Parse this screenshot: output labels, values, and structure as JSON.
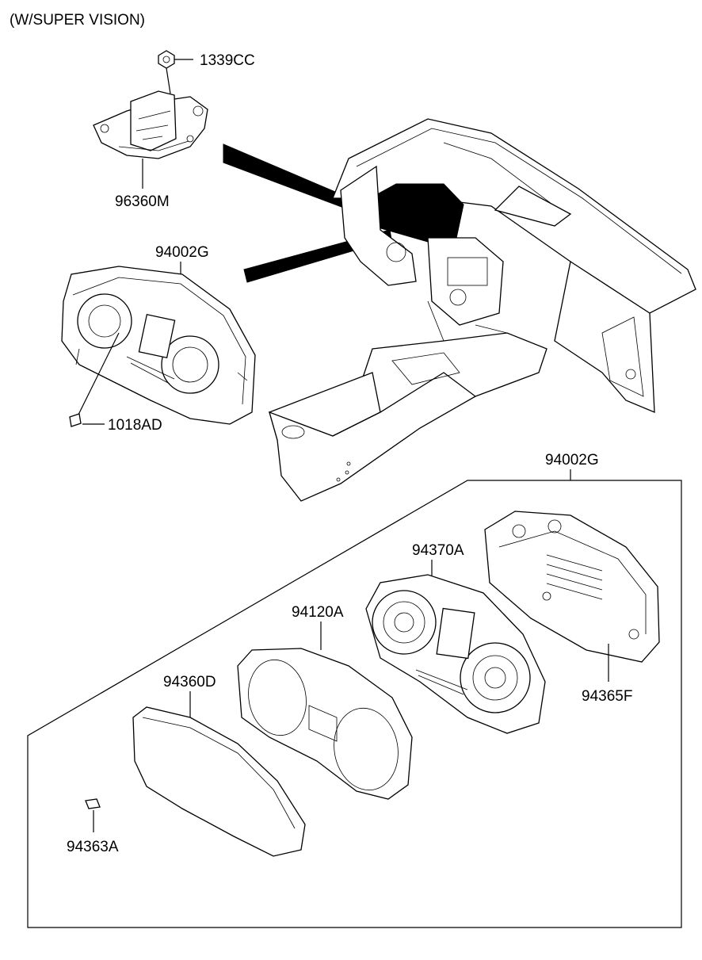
{
  "header": {
    "variant": "(W/SUPER VISION)"
  },
  "labels": {
    "p1339CC": "1339CC",
    "p96360M": "96360M",
    "p94002G_top": "94002G",
    "p1018AD": "1018AD",
    "p94002G_box": "94002G",
    "p94370A": "94370A",
    "p94120A": "94120A",
    "p94360D": "94360D",
    "p94365F": "94365F",
    "p94363A": "94363A"
  },
  "colors": {
    "line": "#000000",
    "background": "#ffffff"
  }
}
